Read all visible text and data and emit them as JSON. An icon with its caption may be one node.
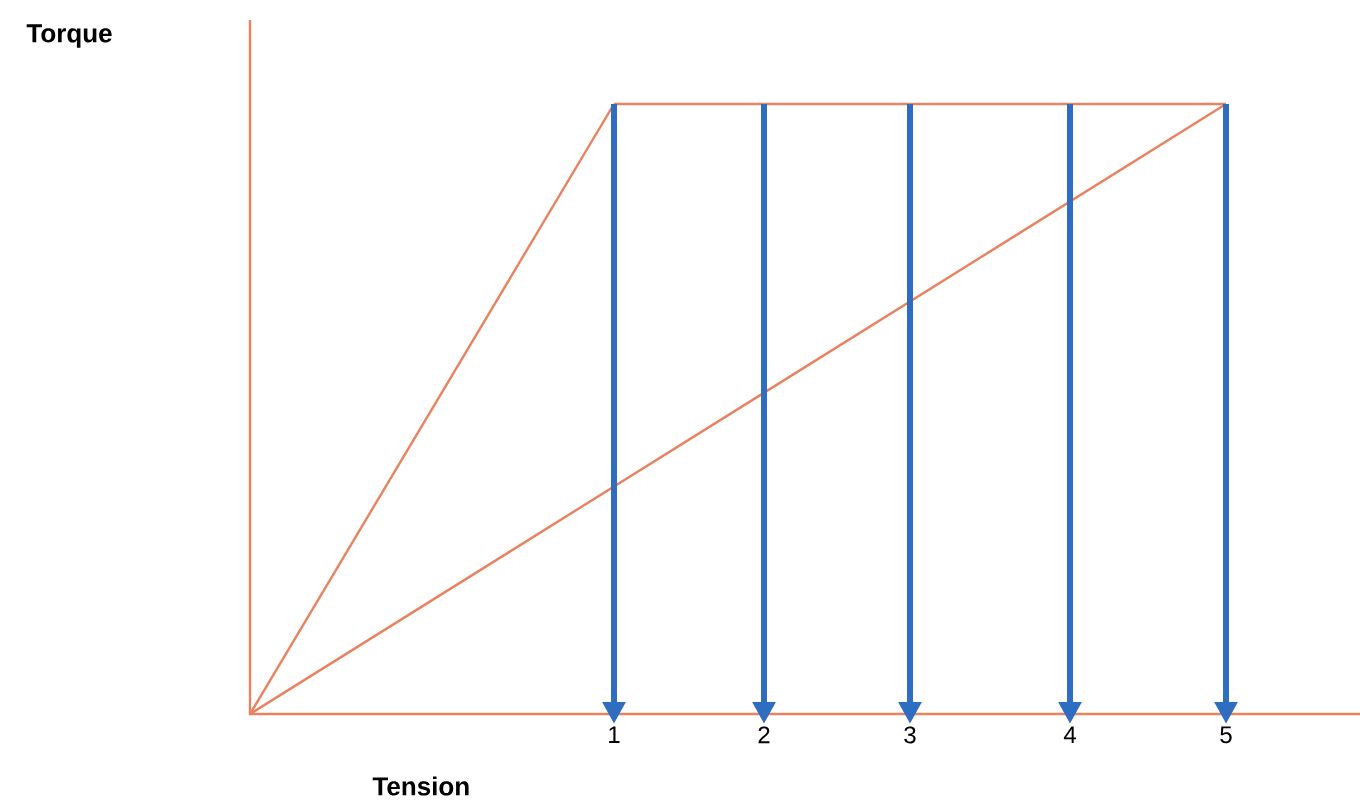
{
  "diagram": {
    "nodes": [
      {
        "text": [
          "1"
        ]
      },
      {
        "text": [
          "2"
        ]
      },
      {
        "text": [
          "3"
        ]
      },
      {
        "text": [
          "4"
        ]
      },
      {
        "text": [
          "5"
        ]
      }
    ],
    "edges": [
      {
        "from": null,
        "to": 0,
        "arrow": "to"
      },
      {
        "from": null,
        "to": 1,
        "arrow": "to"
      },
      {
        "from": null,
        "to": 2,
        "arrow": "to"
      },
      {
        "from": null,
        "to": 3,
        "arrow": "to"
      },
      {
        "from": null,
        "to": 4,
        "arrow": "to"
      }
    ],
    "labels": [
      "Torque",
      "Tension"
    ]
  }
}
